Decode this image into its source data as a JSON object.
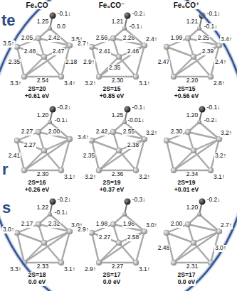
{
  "diagram": {
    "labels": [
      "Fe₆CO",
      "Fe₆CO⁻",
      "Fe₆CO⁺",
      "te",
      "r",
      "s",
      "-0.1↓",
      "1.25",
      "0.0",
      "3.5↑",
      "2.05",
      "2.42",
      "3.5↑",
      "2.48",
      "2.47",
      "2.35",
      "2.18",
      "2.54",
      "3.3↑",
      "3.4↑",
      "2S=20",
      "+0.61 eV",
      "-0.2↓",
      "1.21",
      "-0.1↓",
      "2.7↑",
      "2.56",
      "2.28",
      "2.4↑",
      "2.41",
      "2.46",
      "2.9↑",
      "2.35",
      "2.30",
      "3.2↑",
      "3.1↑",
      "2S=15",
      "+0.85 eV",
      "-0.1↓",
      "1.21",
      "-0.1↓",
      "1.99",
      "2.25",
      "3.4↑",
      "2.39",
      "2.47",
      "2.4↑",
      "2.20",
      "2.8↑",
      "2S=15",
      "+0.56 eV",
      "-0.2↓",
      "1.20",
      "-0.1↓",
      "2.27",
      "2.00",
      "2.27",
      "2.41",
      "2.30",
      "3.1↑",
      "2S=16",
      "+0.26 eV",
      "-0.1↓",
      "1.25",
      "-0.01↓",
      "3.4↑",
      "2.42",
      "2.55",
      "3.2↑",
      "2.38",
      "2.35",
      "2.36",
      "3.2↑",
      "3.2↑",
      "2S=19",
      "+0.37 eV",
      "-0.1↓",
      "1.20",
      "-0.2↓",
      "2.30",
      "3.2↑",
      "3.2↑",
      "2.34",
      "3.1↑",
      "2S=19",
      "+0.01 eV",
      "-0.2↓",
      "1.22",
      "-0.1↓",
      "3.0↑",
      "2.17",
      "2.32",
      "3.0↑",
      "2.33",
      "3.3↑",
      "3.1↑",
      "2S=18",
      "0.0 eV",
      "-0.3↓",
      "2.9↑",
      "1.98",
      "1.98",
      "3.0↑",
      "2.27",
      "2.58",
      "2.27",
      "2.9↑",
      "3.1↑",
      "2S=17",
      "0.0 eV",
      "-0.2↓",
      "1.20",
      "2.00",
      "2.7↑",
      "3.0↑",
      "2.48",
      "2.31",
      "2S=17",
      "0.0 eV"
    ]
  }
}
